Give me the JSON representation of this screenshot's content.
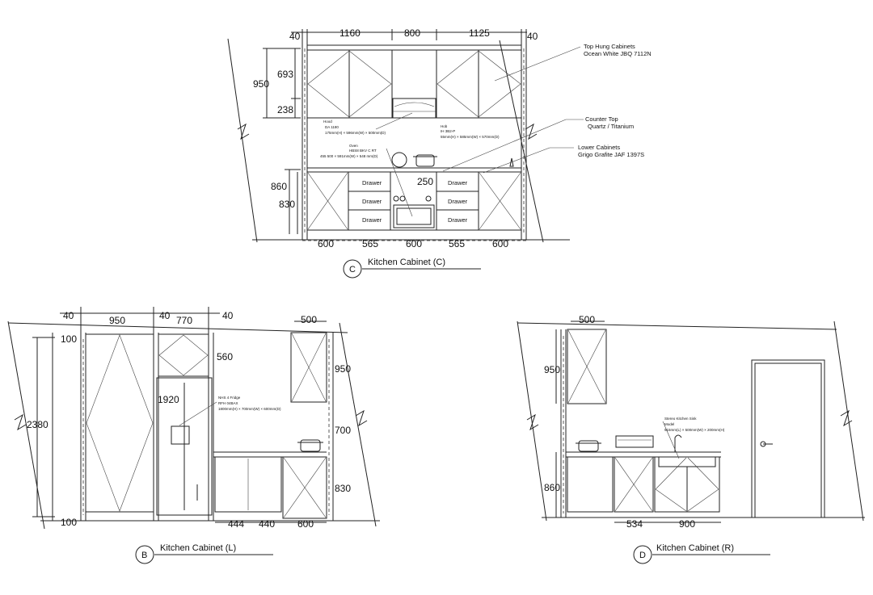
{
  "views": {
    "c": {
      "title": "Kitchen Cabinet (C)",
      "letter": "C",
      "top_dims": [
        "40",
        "1160",
        "800",
        "1125",
        "40"
      ],
      "left_dims": [
        "950",
        "693",
        "238",
        "860",
        "830"
      ],
      "bottom_dims": [
        "600",
        "565",
        "600",
        "565",
        "600"
      ],
      "mid_dim": "250",
      "drawers": [
        "Drawer",
        "Drawer",
        "Drawer",
        "Drawer",
        "Drawer",
        "Drawer"
      ],
      "callouts": {
        "top_hung": "Top Hung Cabinets",
        "top_hung_color": "Ocean White JBQ 7112N",
        "counter_top": "Counter Top",
        "counter_top_color": "Quartz / Titanium",
        "lower": "Lower Cabinets",
        "lower_color": "Grigo Grafite JAF 1397S",
        "hood_lines": [
          "Hood",
          "DA 1180",
          "175mm(H) × 596mm(W) × 500mm(D)"
        ],
        "hob_lines": [
          "Hob",
          "IH 3B2-P",
          "55mm(H) × 585mm(W) × 570mm(D)"
        ],
        "oven_lines": [
          "Oven",
          "HBS8 BKV C RT",
          "455 500 × 591mm(W) × 548 mm(D)"
        ]
      }
    },
    "b": {
      "title": "Kitchen Cabinet (L)",
      "letter": "B",
      "top_dims": [
        "40",
        "950",
        "40",
        "770",
        "40",
        "500"
      ],
      "left_dims": [
        "100",
        "2380",
        "100"
      ],
      "right_dims": [
        "560",
        "950",
        "700",
        "830"
      ],
      "fridge_dim": "1920",
      "bottom_dims": [
        "444",
        "440",
        "600"
      ],
      "fridge_lines": [
        "NHS 4 Fridge",
        "RFH 04BAX",
        "1800mm(H) × 700mm(W) × 600mm(D)"
      ]
    },
    "d": {
      "title": "Kitchen Cabinet (R)",
      "letter": "D",
      "top_dims": [
        "500"
      ],
      "left_dims": [
        "950",
        "860"
      ],
      "bottom_dims": [
        "534",
        "900"
      ],
      "sink_lines": [
        "Stereo Kitchen Sink",
        "Model",
        "915mm(L) × 500mm(W) × 200mm(H)"
      ]
    }
  }
}
